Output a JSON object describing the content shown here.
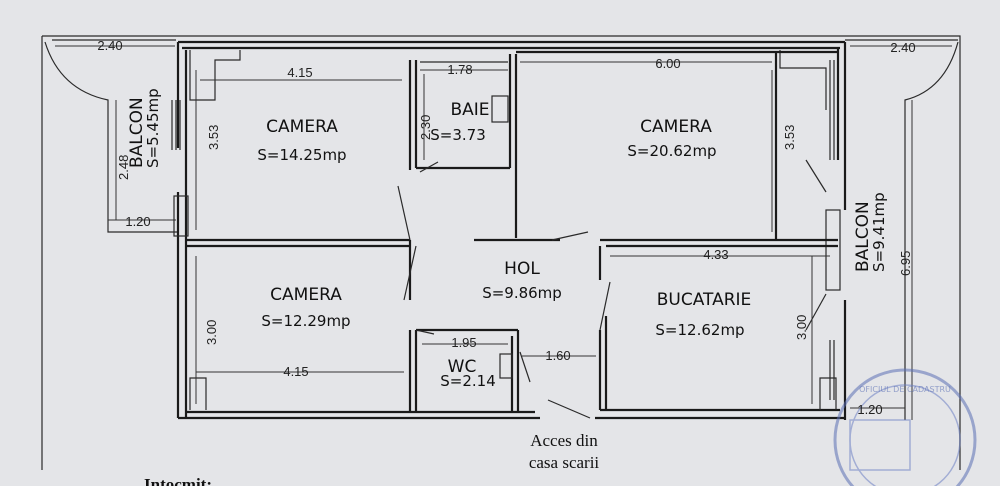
{
  "rooms": {
    "camera_top_left": {
      "name": "CAMERA",
      "area": "S=14.25mp"
    },
    "baie": {
      "name": "BAIE",
      "area": "S=3.73"
    },
    "camera_top_right": {
      "name": "CAMERA",
      "area": "S=20.62mp"
    },
    "camera_bottom_left": {
      "name": "CAMERA",
      "area": "S=12.29mp"
    },
    "hol": {
      "name": "HOL",
      "area": "S=9.86mp"
    },
    "wc": {
      "name": "WC",
      "area": "S=2.14"
    },
    "bucatarie": {
      "name": "BUCATARIE",
      "area": "S=12.62mp"
    }
  },
  "balconies": {
    "left": {
      "name": "BALCON",
      "area": "S=5.45mp"
    },
    "right": {
      "name": "BALCON",
      "area": "S=9.41mp"
    }
  },
  "dimensions": {
    "balcony_left_width": "2.40",
    "balcony_right_width": "2.40",
    "camera_top_left_width": "4.15",
    "baie_width": "1.78",
    "camera_top_right_width": "6.00",
    "baie_height": "2.30",
    "camera_top_left_height": "3.53",
    "camera_top_right_height": "3.53",
    "balcony_left_depth": "2.48",
    "balcony_left_small": "1.20",
    "bucatarie_width": "4.33",
    "balcony_right_depth": "6.95",
    "camera_bottom_left_height": "3.00",
    "wc_width": "1.95",
    "hol_passage": "1.60",
    "bucatarie_height": "3.00",
    "camera_bottom_left_width": "4.15",
    "balcony_right_small": "1.20"
  },
  "access_note": {
    "line1": "Acces din",
    "line2": "casa scarii"
  },
  "footer_text": "Intocmit:",
  "stamp": {
    "text": "OFICIUL DE CADASTRU"
  }
}
